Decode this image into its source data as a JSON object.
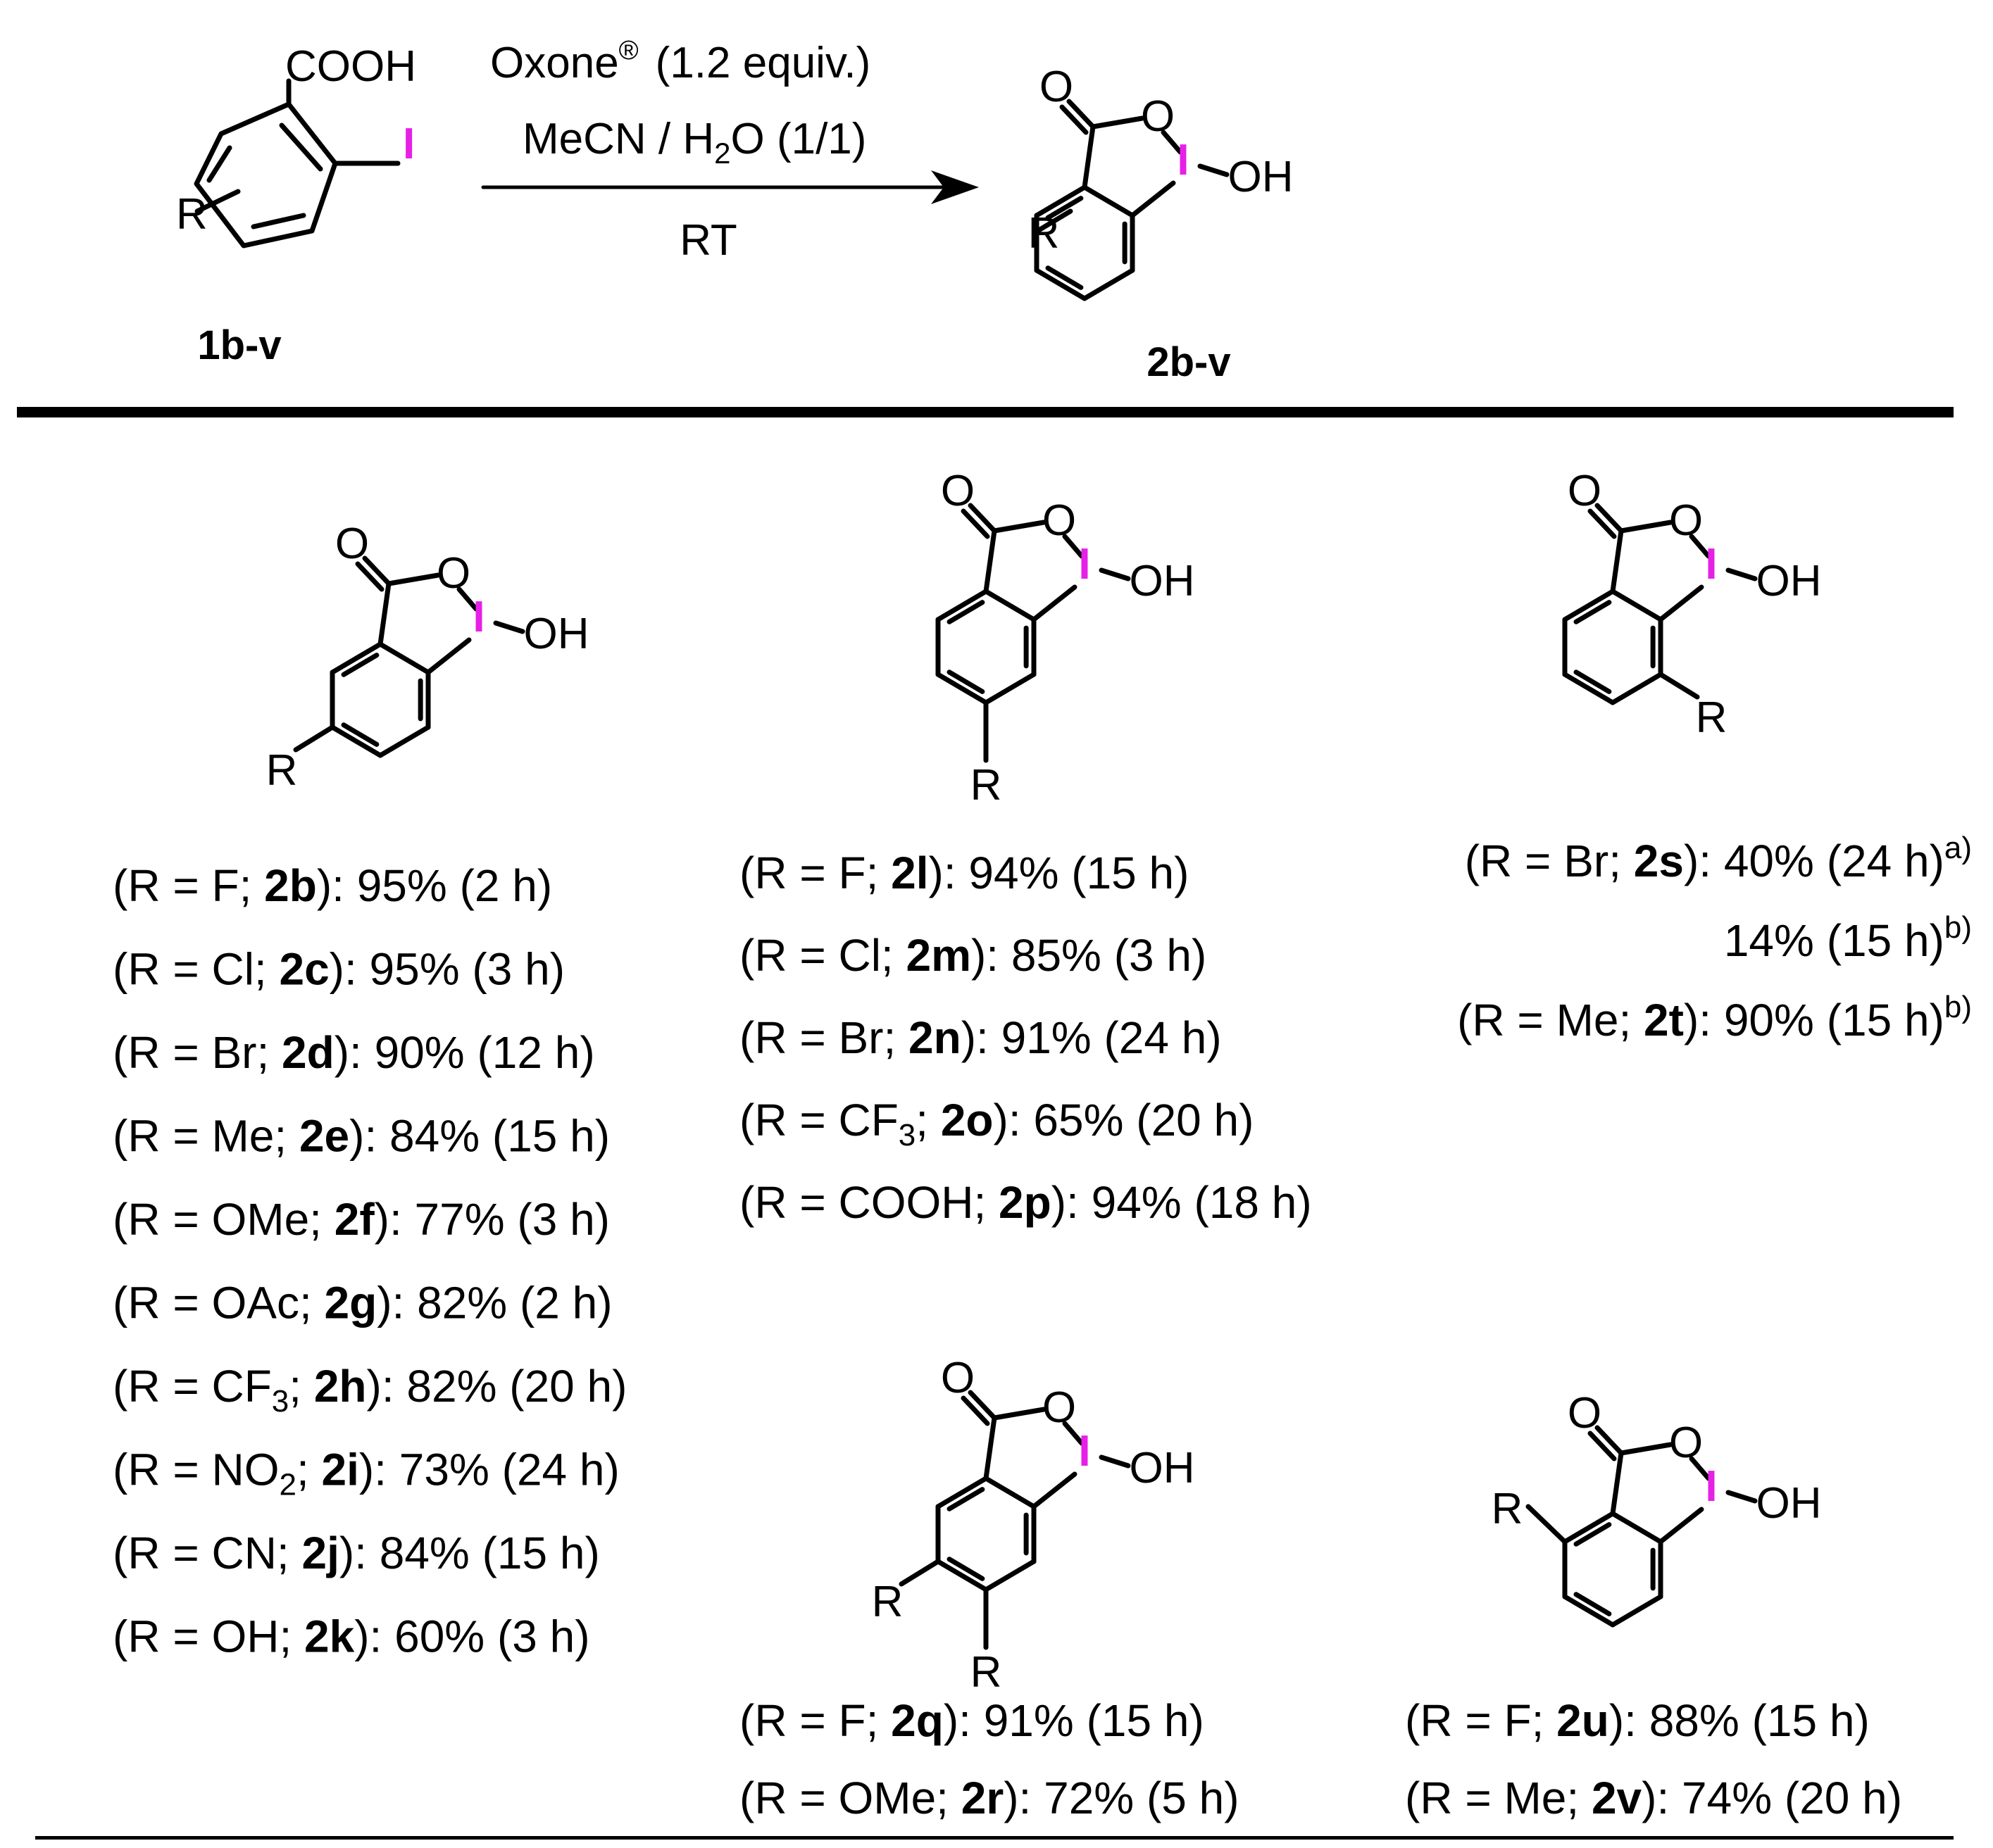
{
  "atoms": {
    "carbonyl_O": "O",
    "ring_O": "O",
    "iodine": "I",
    "hydroxyl": "OH",
    "substituent": "R",
    "acid_group": "COOH"
  },
  "reaction": {
    "reagent": "Oxone",
    "reagent_mark": "®",
    "reagent_amount": "(1.2 equiv.)",
    "solvent_a": "MeCN / H",
    "solvent_sub": "2",
    "solvent_b": "O (1/1)",
    "temperature": "RT",
    "starting_material_label": "1b-v",
    "product_label": "2b-v"
  },
  "groups": {
    "g1": {
      "rows": [
        {
          "pre": "(R = F; ",
          "id": "2b",
          "post": "): 95% (2 h)"
        },
        {
          "pre": "(R = Cl; ",
          "id": "2c",
          "post": "): 95% (3 h)"
        },
        {
          "pre": "(R = Br; ",
          "id": "2d",
          "post": "): 90% (12 h)"
        },
        {
          "pre": "(R = Me; ",
          "id": "2e",
          "post": "): 84% (15 h)"
        },
        {
          "pre": "(R = OMe; ",
          "id": "2f",
          "post": "): 77% (3 h)"
        },
        {
          "pre": "(R = OAc; ",
          "id": "2g",
          "post": "): 82% (2 h)"
        },
        {
          "pre": "(R = CF",
          "sub": "3",
          "pre2": "; ",
          "id": "2h",
          "post": "): 82% (20 h)"
        },
        {
          "pre": "(R = NO",
          "sub": "2",
          "pre2": "; ",
          "id": "2i",
          "post": "): 73% (24 h)"
        },
        {
          "pre": "(R = CN; ",
          "id": "2j",
          "post": "): 84% (15 h)"
        },
        {
          "pre": "(R = OH; ",
          "id": "2k",
          "post": "): 60% (3 h)"
        }
      ]
    },
    "g2": {
      "rows": [
        {
          "pre": "(R = F; ",
          "id": "2l",
          "post": "): 94% (15 h)"
        },
        {
          "pre": "(R = Cl; ",
          "id": "2m",
          "post": "): 85% (3 h)"
        },
        {
          "pre": "(R = Br; ",
          "id": "2n",
          "post": "): 91% (24 h)"
        },
        {
          "pre": "(R = CF",
          "sub": "3",
          "pre2": "; ",
          "id": "2o",
          "post": "): 65% (20 h)"
        },
        {
          "pre": "(R = COOH; ",
          "id": "2p",
          "post": "): 94% (18 h)"
        }
      ]
    },
    "g3": {
      "rows": [
        {
          "pre": "(R = Br; ",
          "id": "2s",
          "post": "): 40% (24 h)",
          "sup": "a)"
        },
        {
          "pre": "",
          "id": "",
          "post": "14% (15 h)",
          "sup": "b)"
        },
        {
          "pre": "(R = Me; ",
          "id": "2t",
          "post": "): 90% (15 h)",
          "sup": "b)"
        }
      ]
    },
    "g4": {
      "rows": [
        {
          "pre": "(R = F; ",
          "id": "2q",
          "post": "): 91% (15 h)"
        },
        {
          "pre": "(R = OMe; ",
          "id": "2r",
          "post": "): 72% (5 h)"
        }
      ]
    },
    "g5": {
      "rows": [
        {
          "pre": "(R = F; ",
          "id": "2u",
          "post": "): 88% (15 h)"
        },
        {
          "pre": "(R = Me; ",
          "id": "2v",
          "post": "): 74% (20 h)"
        }
      ]
    }
  }
}
